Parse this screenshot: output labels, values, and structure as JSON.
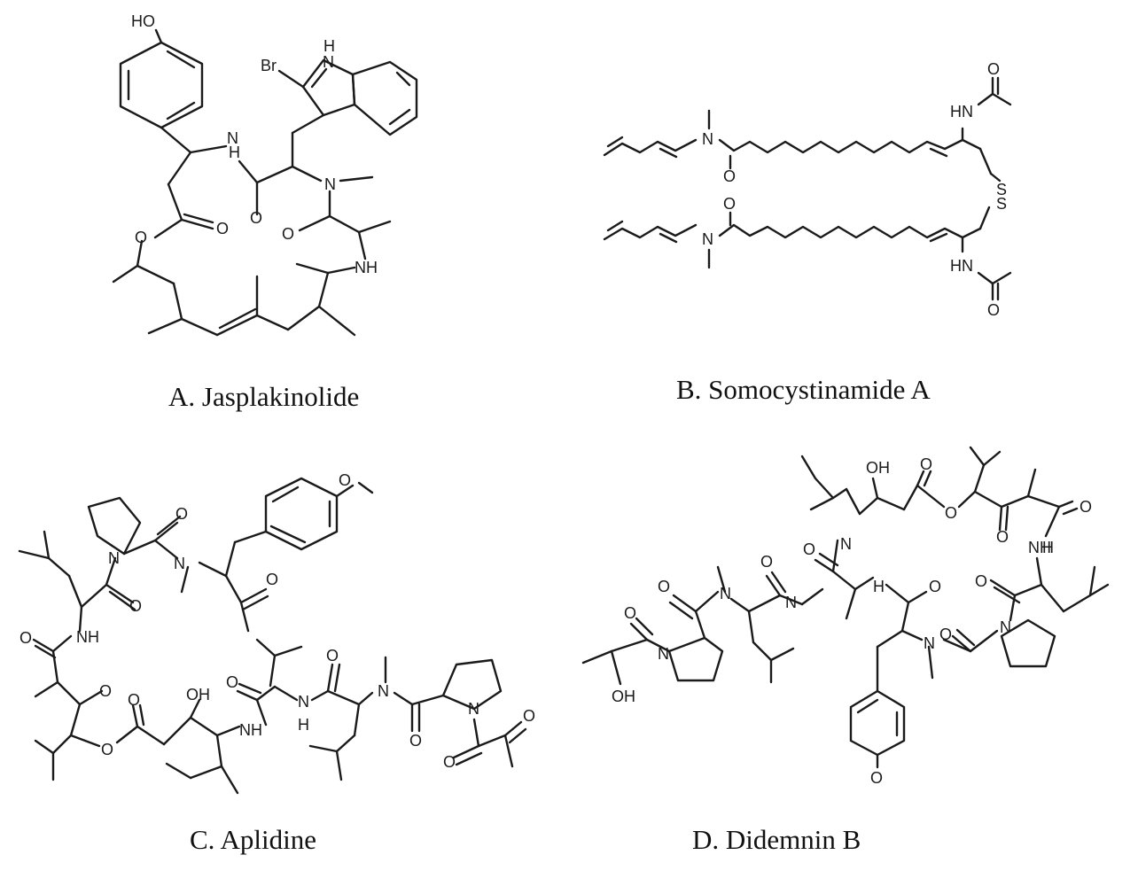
{
  "panels": [
    {
      "id": "A",
      "caption": "A. Jasplakinolide",
      "atom_labels": [
        "HO",
        "Br",
        "H",
        "N",
        "N",
        "H",
        "N",
        "O",
        "O",
        "O",
        "O",
        "NH"
      ]
    },
    {
      "id": "B",
      "caption": "B. Somocystinamide A",
      "atom_labels": [
        "N",
        "O",
        "HN",
        "O",
        "S",
        "S",
        "N",
        "O",
        "HN",
        "O"
      ]
    },
    {
      "id": "C",
      "caption": "C. Aplidine",
      "atom_labels": [
        "O",
        "N",
        "O",
        "N",
        "O",
        "NH",
        "O",
        "O",
        "O",
        "O",
        "O",
        "OH",
        "O",
        "NH",
        "N",
        "H",
        "O",
        "N",
        "N",
        "O",
        "O",
        "O"
      ]
    },
    {
      "id": "D",
      "caption": "D. Didemnin B",
      "atom_labels": [
        "OH",
        "O",
        "O",
        "O",
        "O",
        "NH",
        "H",
        "N",
        "O",
        "O",
        "N",
        "N",
        "H",
        "O",
        "O",
        "N",
        "O",
        "N",
        "O",
        "O",
        "N",
        "OH",
        "O"
      ]
    }
  ]
}
